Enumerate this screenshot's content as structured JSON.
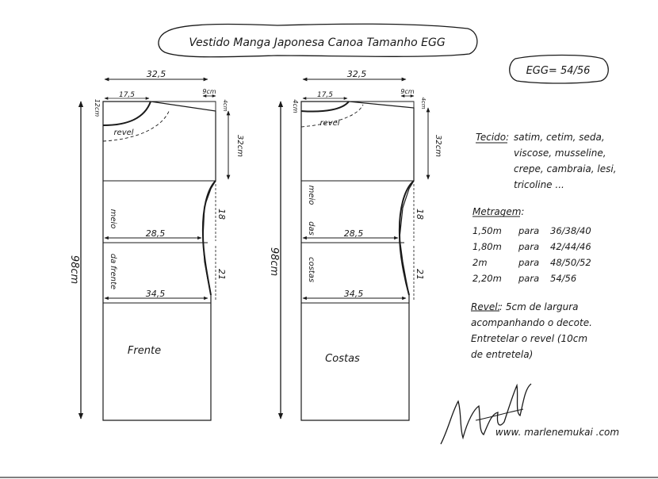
{
  "title": "Vestido Manga Japonesa Canoa Tamanho EGG",
  "size_badge": "EGG= 54/56",
  "front": {
    "name": "Frente",
    "width_top": "32,5",
    "neck_width": "17,5",
    "shoulder": "9cm",
    "shoulder_drop": "4cm",
    "neck_depth": "12cm",
    "armhole_depth": "32cm",
    "waist_width": "28,5",
    "hip_width": "34,5",
    "upper_side": "18",
    "lower_side": "21",
    "total_length": "98cm",
    "facing": "revel",
    "center_label": [
      "meio",
      "da",
      "frente"
    ]
  },
  "back": {
    "name": "Costas",
    "width_top": "32,5",
    "neck_width": "17,5",
    "shoulder": "9cm",
    "shoulder_drop": "4cm",
    "neck_depth": "4cm",
    "armhole_depth": "32cm",
    "waist_width": "28,5",
    "hip_width": "34,5",
    "upper_side": "18",
    "lower_side": "21",
    "total_length": "98cm",
    "facing": "revel",
    "center_label": [
      "meio",
      "das",
      "costas"
    ]
  },
  "fabric": {
    "heading": "Tecido:",
    "lines": [
      "satim, cetim, seda,",
      "viscose, musseline,",
      "crepe, cambraia, lesi,",
      "tricoline ..."
    ]
  },
  "yardage": {
    "heading": "Metragem:",
    "rows": [
      {
        "amount": "1,50m",
        "word": "para",
        "sizes": "36/38/40"
      },
      {
        "amount": "1,80m",
        "word": "para",
        "sizes": "42/44/46"
      },
      {
        "amount": "2m",
        "word": "para",
        "sizes": "48/50/52"
      },
      {
        "amount": "2,20m",
        "word": "para",
        "sizes": "54/56"
      }
    ]
  },
  "facing_note": {
    "heading": "Revel:",
    "lines": [
      ": 5cm de largura",
      "acompanhando o decote.",
      "Entretelar o revel (10cm",
      "de entretela)"
    ]
  },
  "signature": "Marlene Mukai",
  "website": "www. marlenemukai .com"
}
